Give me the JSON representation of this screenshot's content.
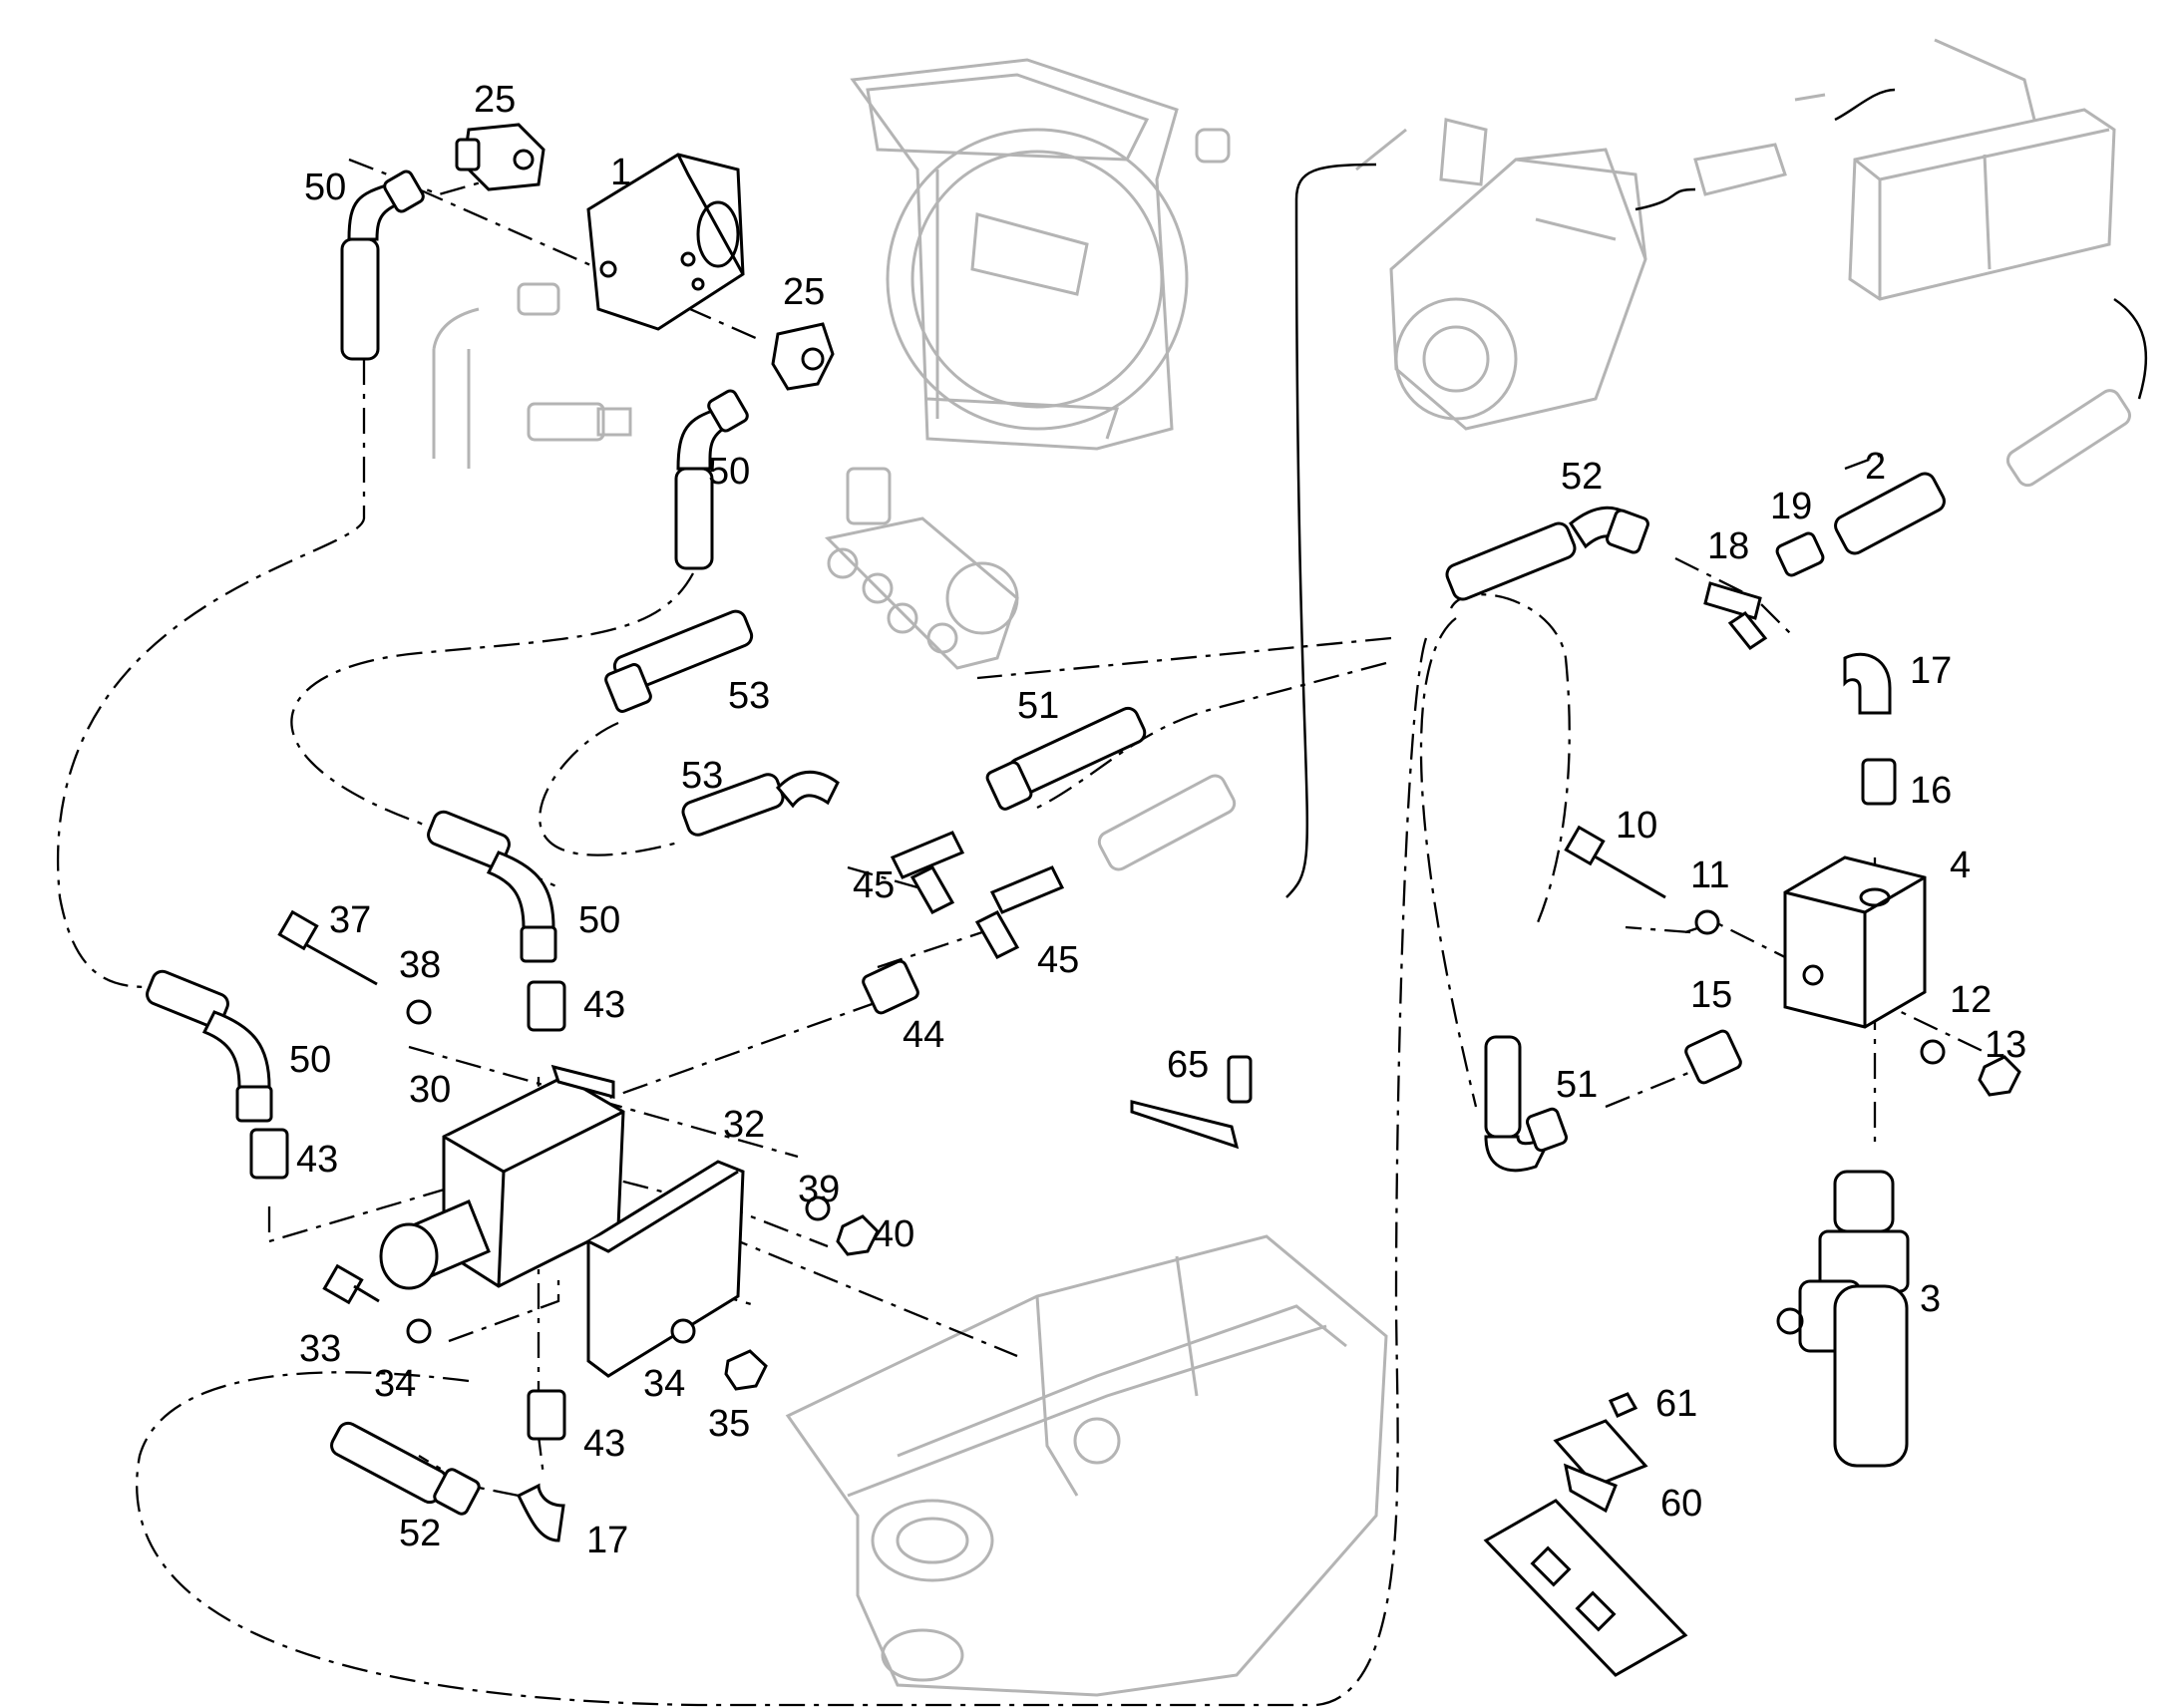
{
  "colors": {
    "line": "#000000",
    "ghost": "#b4b4b4",
    "background": "#ffffff"
  },
  "labels": {
    "l1": "1",
    "l2": "2",
    "l3": "3",
    "l4": "4",
    "l10": "10",
    "l11": "11",
    "l12": "12",
    "l13": "13",
    "l15": "15",
    "l16": "16",
    "l17a": "17",
    "l17b": "17",
    "l18": "18",
    "l19": "19",
    "l25a": "25",
    "l25b": "25",
    "l30": "30",
    "l32": "32",
    "l33": "33",
    "l34a": "34",
    "l34b": "34",
    "l35": "35",
    "l37": "37",
    "l38": "38",
    "l39": "39",
    "l40": "40",
    "l43a": "43",
    "l43b": "43",
    "l43c": "43",
    "l44": "44",
    "l45a": "45",
    "l45b": "45",
    "l50a": "50",
    "l50b": "50",
    "l50c": "50",
    "l50d": "50",
    "l51a": "51",
    "l51b": "51",
    "l52a": "52",
    "l52b": "52",
    "l53a": "53",
    "l53b": "53",
    "l60": "60",
    "l61": "61",
    "l65": "65"
  }
}
